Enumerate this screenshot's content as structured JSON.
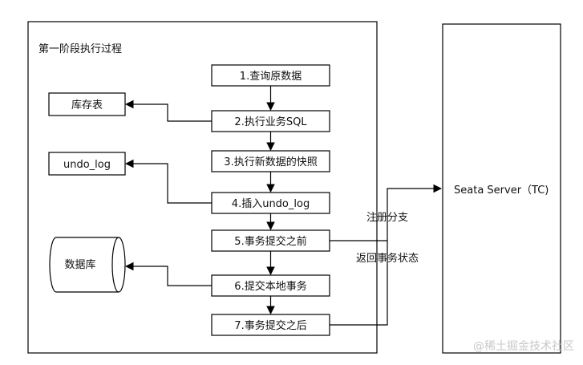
{
  "phase_title": "第一阶段执行过程",
  "steps": [
    "1.查询原数据",
    "2.执行业务SQL",
    "3.执行新数据的快照",
    "4.插入undo_log",
    "5.事务提交之前",
    "6.提交本地事务",
    "7.事务提交之后"
  ],
  "side_boxes": {
    "inventory": "库存表",
    "undo_log": "undo_log",
    "database": "数据库"
  },
  "server_label": "Seata Server（TC)",
  "edge_labels": {
    "register_branch": "注册分支",
    "return_status": "返回事务状态"
  },
  "watermark": "@稀土掘金技术社区",
  "colors": {
    "stroke": "#000000",
    "text": "#111111",
    "watermark": "#c8c8c8"
  }
}
